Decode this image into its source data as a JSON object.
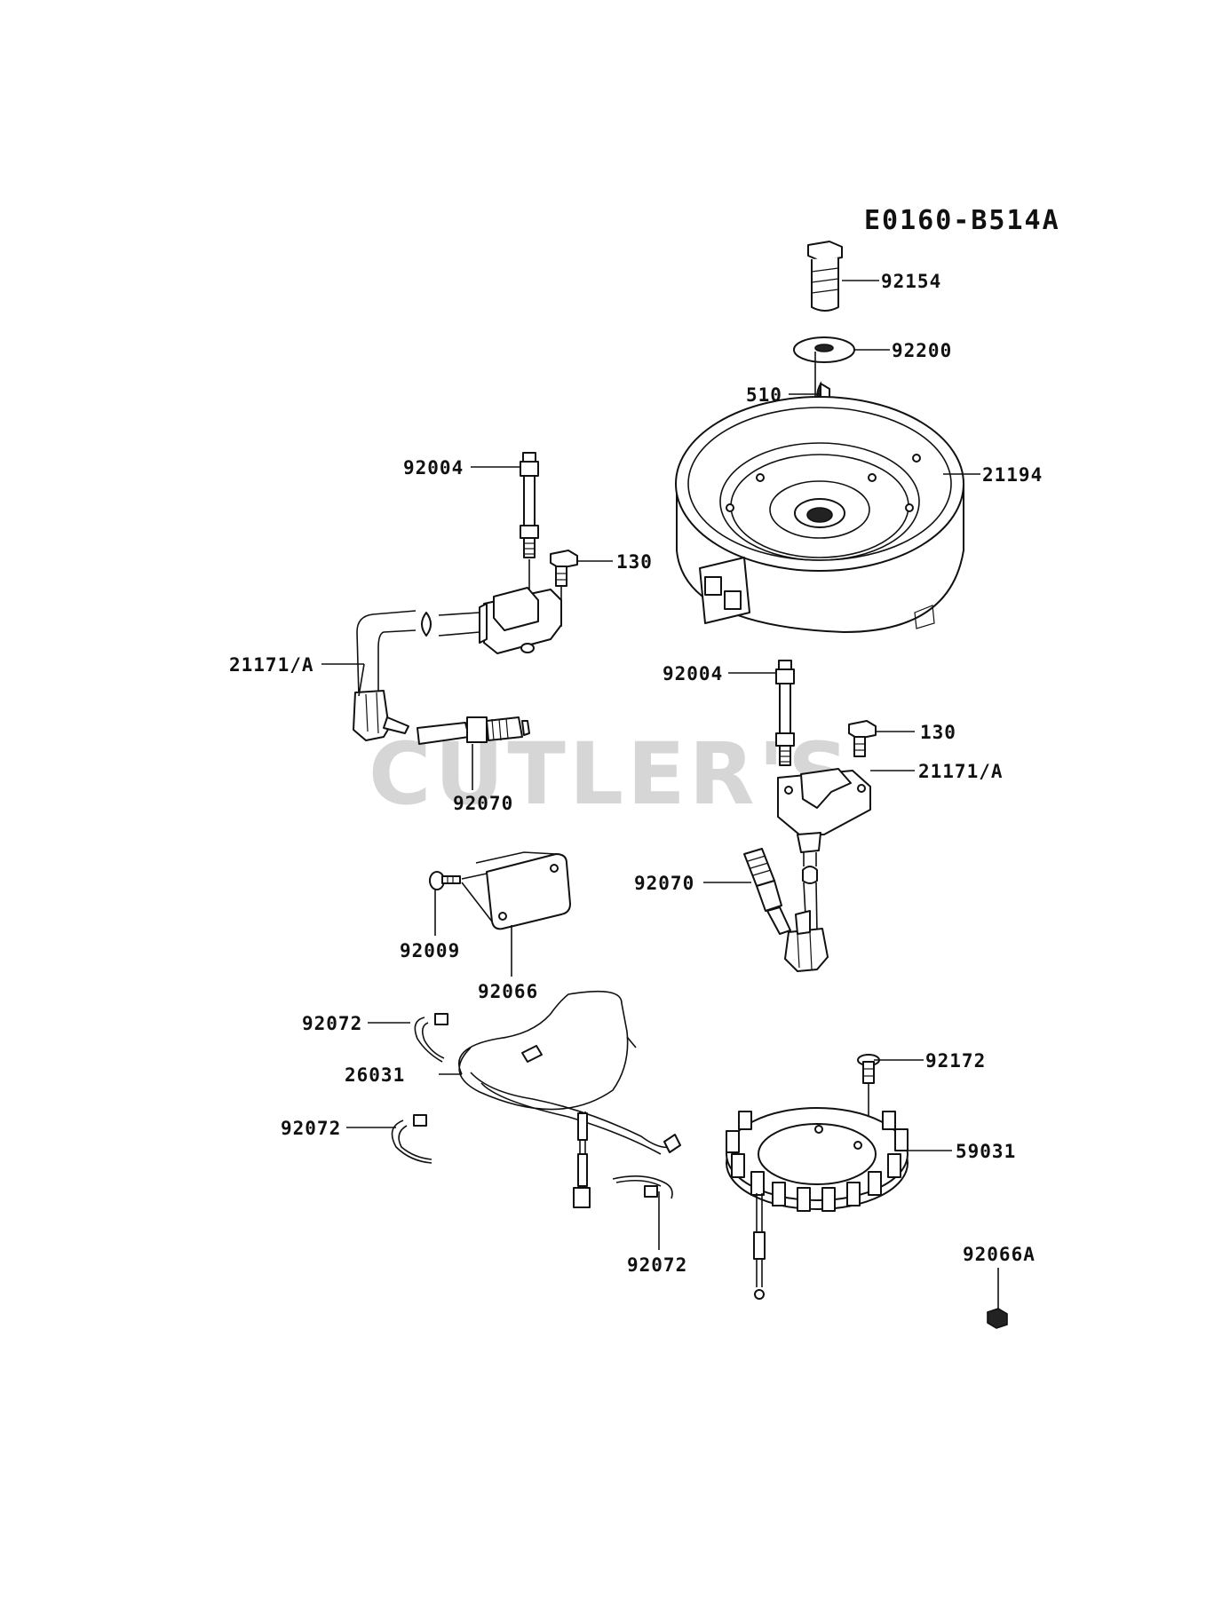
{
  "diagram_code": "E0160-B514A",
  "watermark": "CUTLER'S",
  "callouts": {
    "bolt_92154": "92154",
    "washer_92200": "92200",
    "key_510": "510",
    "flywheel_21194": "21194",
    "stud_92004_left": "92004",
    "bolt_130_left": "130",
    "coil_21171_left": "21171/A",
    "plug_92070_left": "92070",
    "stud_92004_right": "92004",
    "bolt_130_right": "130",
    "coil_21171_right": "21171/A",
    "plug_92070_right": "92070",
    "screw_92009": "92009",
    "plate_92066": "92066",
    "clamp_92072_top": "92072",
    "harness_26031": "26031",
    "clamp_92072_mid": "92072",
    "clamp_92072_bottom": "92072",
    "screw_92172": "92172",
    "stator_59031": "59031",
    "nut_92066A": "92066A"
  }
}
